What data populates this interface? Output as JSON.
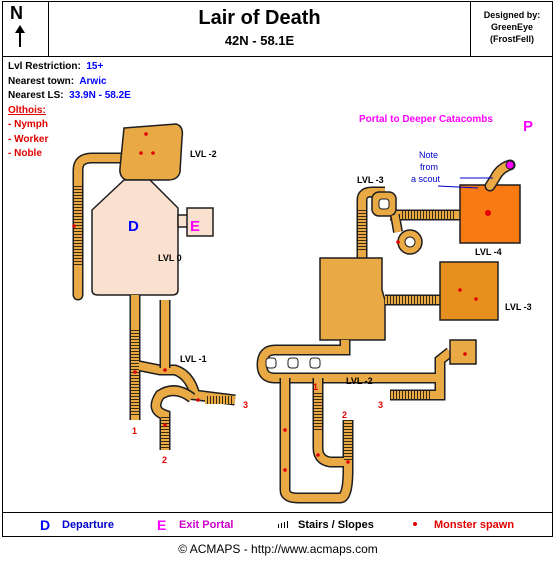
{
  "title": "Lair of Death",
  "coords": "42N - 58.1E",
  "designer": {
    "line1": "Designed by:",
    "line2": "GreenEye",
    "line3": "(FrostFell)"
  },
  "compass": {
    "letter": "N",
    "icon": "north-arrow-icon"
  },
  "info": {
    "restriction_label": "Lvl Restriction:",
    "restriction_value": "15+",
    "town_label": "Nearest town:",
    "town_value": "Arwic",
    "ls_label": "Nearest LS:",
    "ls_value": "33.9N - 58.2E",
    "monsters_heading": "Olthois:",
    "monsters": [
      "- Nymph",
      "- Worker",
      "- Noble"
    ]
  },
  "map_labels": {
    "portal_deeper": "Portal to Deeper Catacombs",
    "portal_marker": "P",
    "note": [
      "Note",
      "from",
      "a scout"
    ],
    "lvl_m2_top": "LVL -2",
    "lvl_0": "LVL 0",
    "lvl_m1": "LVL -1",
    "lvl_m3_left": "LVL -3",
    "lvl_m4": "LVL -4",
    "lvl_m3_right": "LVL -3",
    "lvl_m2_bottom": "LVL -2",
    "departure_marker": "D",
    "exit_marker": "E",
    "exits": [
      "1",
      "2",
      "3",
      "1",
      "2",
      "3"
    ]
  },
  "legend": {
    "departure_symbol": "D",
    "departure_label": "Departure",
    "exit_symbol": "E",
    "exit_label": "Exit Portal",
    "stairs_label": "Stairs / Slopes",
    "spawn_label": "Monster spawn"
  },
  "colors": {
    "passage": "#e9aa45",
    "outline": "#1e1e1e",
    "level0": "#fae0cf",
    "level_deep": "#e8901f",
    "level_deepest": "#f77a13",
    "spawn": "#e00000",
    "departure": "#0000ff",
    "exit": "#ff00ff"
  },
  "footer": "© ACMAPS - http://www.acmaps.com"
}
